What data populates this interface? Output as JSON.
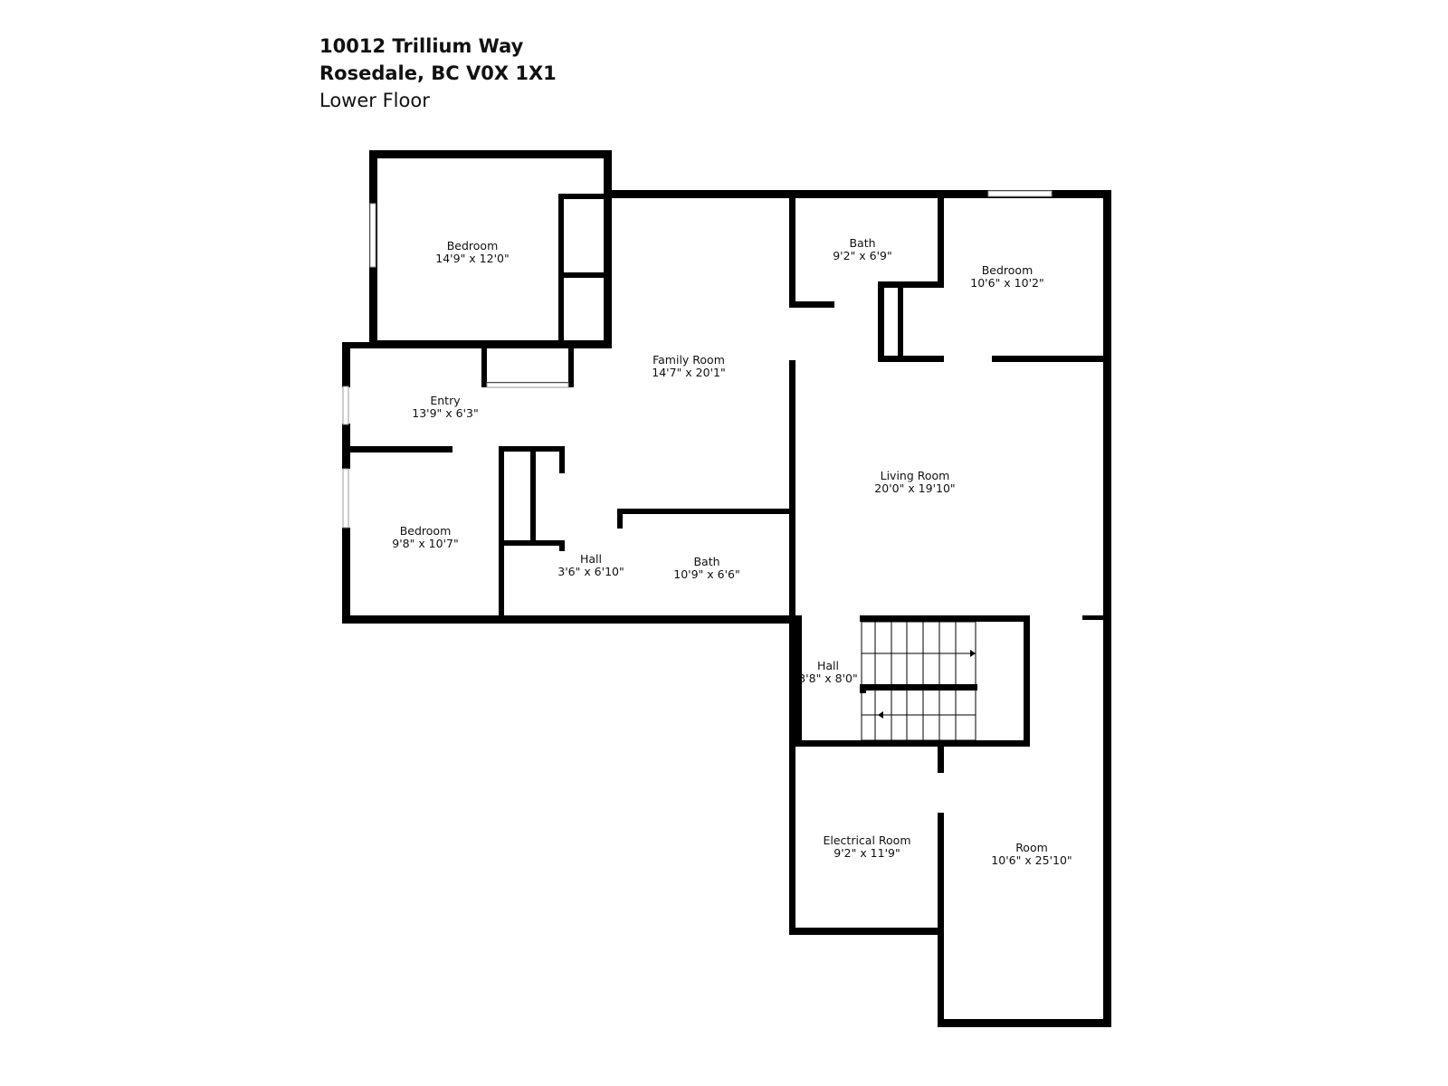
{
  "address": {
    "street": "10012 Trillium Way",
    "city": "Rosedale, BC V0X 1X1",
    "floor": "Lower Floor"
  },
  "rooms": [
    {
      "name": "Bedroom",
      "dims": "14'9\" x 12'0\""
    },
    {
      "name": "Family Room",
      "dims": "14'7\" x 20'1\""
    },
    {
      "name": "Bath",
      "dims": "9'2\" x 6'9\""
    },
    {
      "name": "Bedroom",
      "dims": "10'6\" x 10'2\""
    },
    {
      "name": "Entry",
      "dims": "13'9\" x 6'3\""
    },
    {
      "name": "Living Room",
      "dims": "20'0\" x 19'10\""
    },
    {
      "name": "Bedroom",
      "dims": "9'8\" x 10'7\""
    },
    {
      "name": "Hall",
      "dims": "3'6\" x 6'10\""
    },
    {
      "name": "Bath",
      "dims": "10'9\" x 6'6\""
    },
    {
      "name": "Hall",
      "dims": "3'8\" x 8'0\""
    },
    {
      "name": "Electrical Room",
      "dims": "9'2\" x 11'9\""
    },
    {
      "name": "Room",
      "dims": "10'6\" x 25'10\""
    }
  ]
}
